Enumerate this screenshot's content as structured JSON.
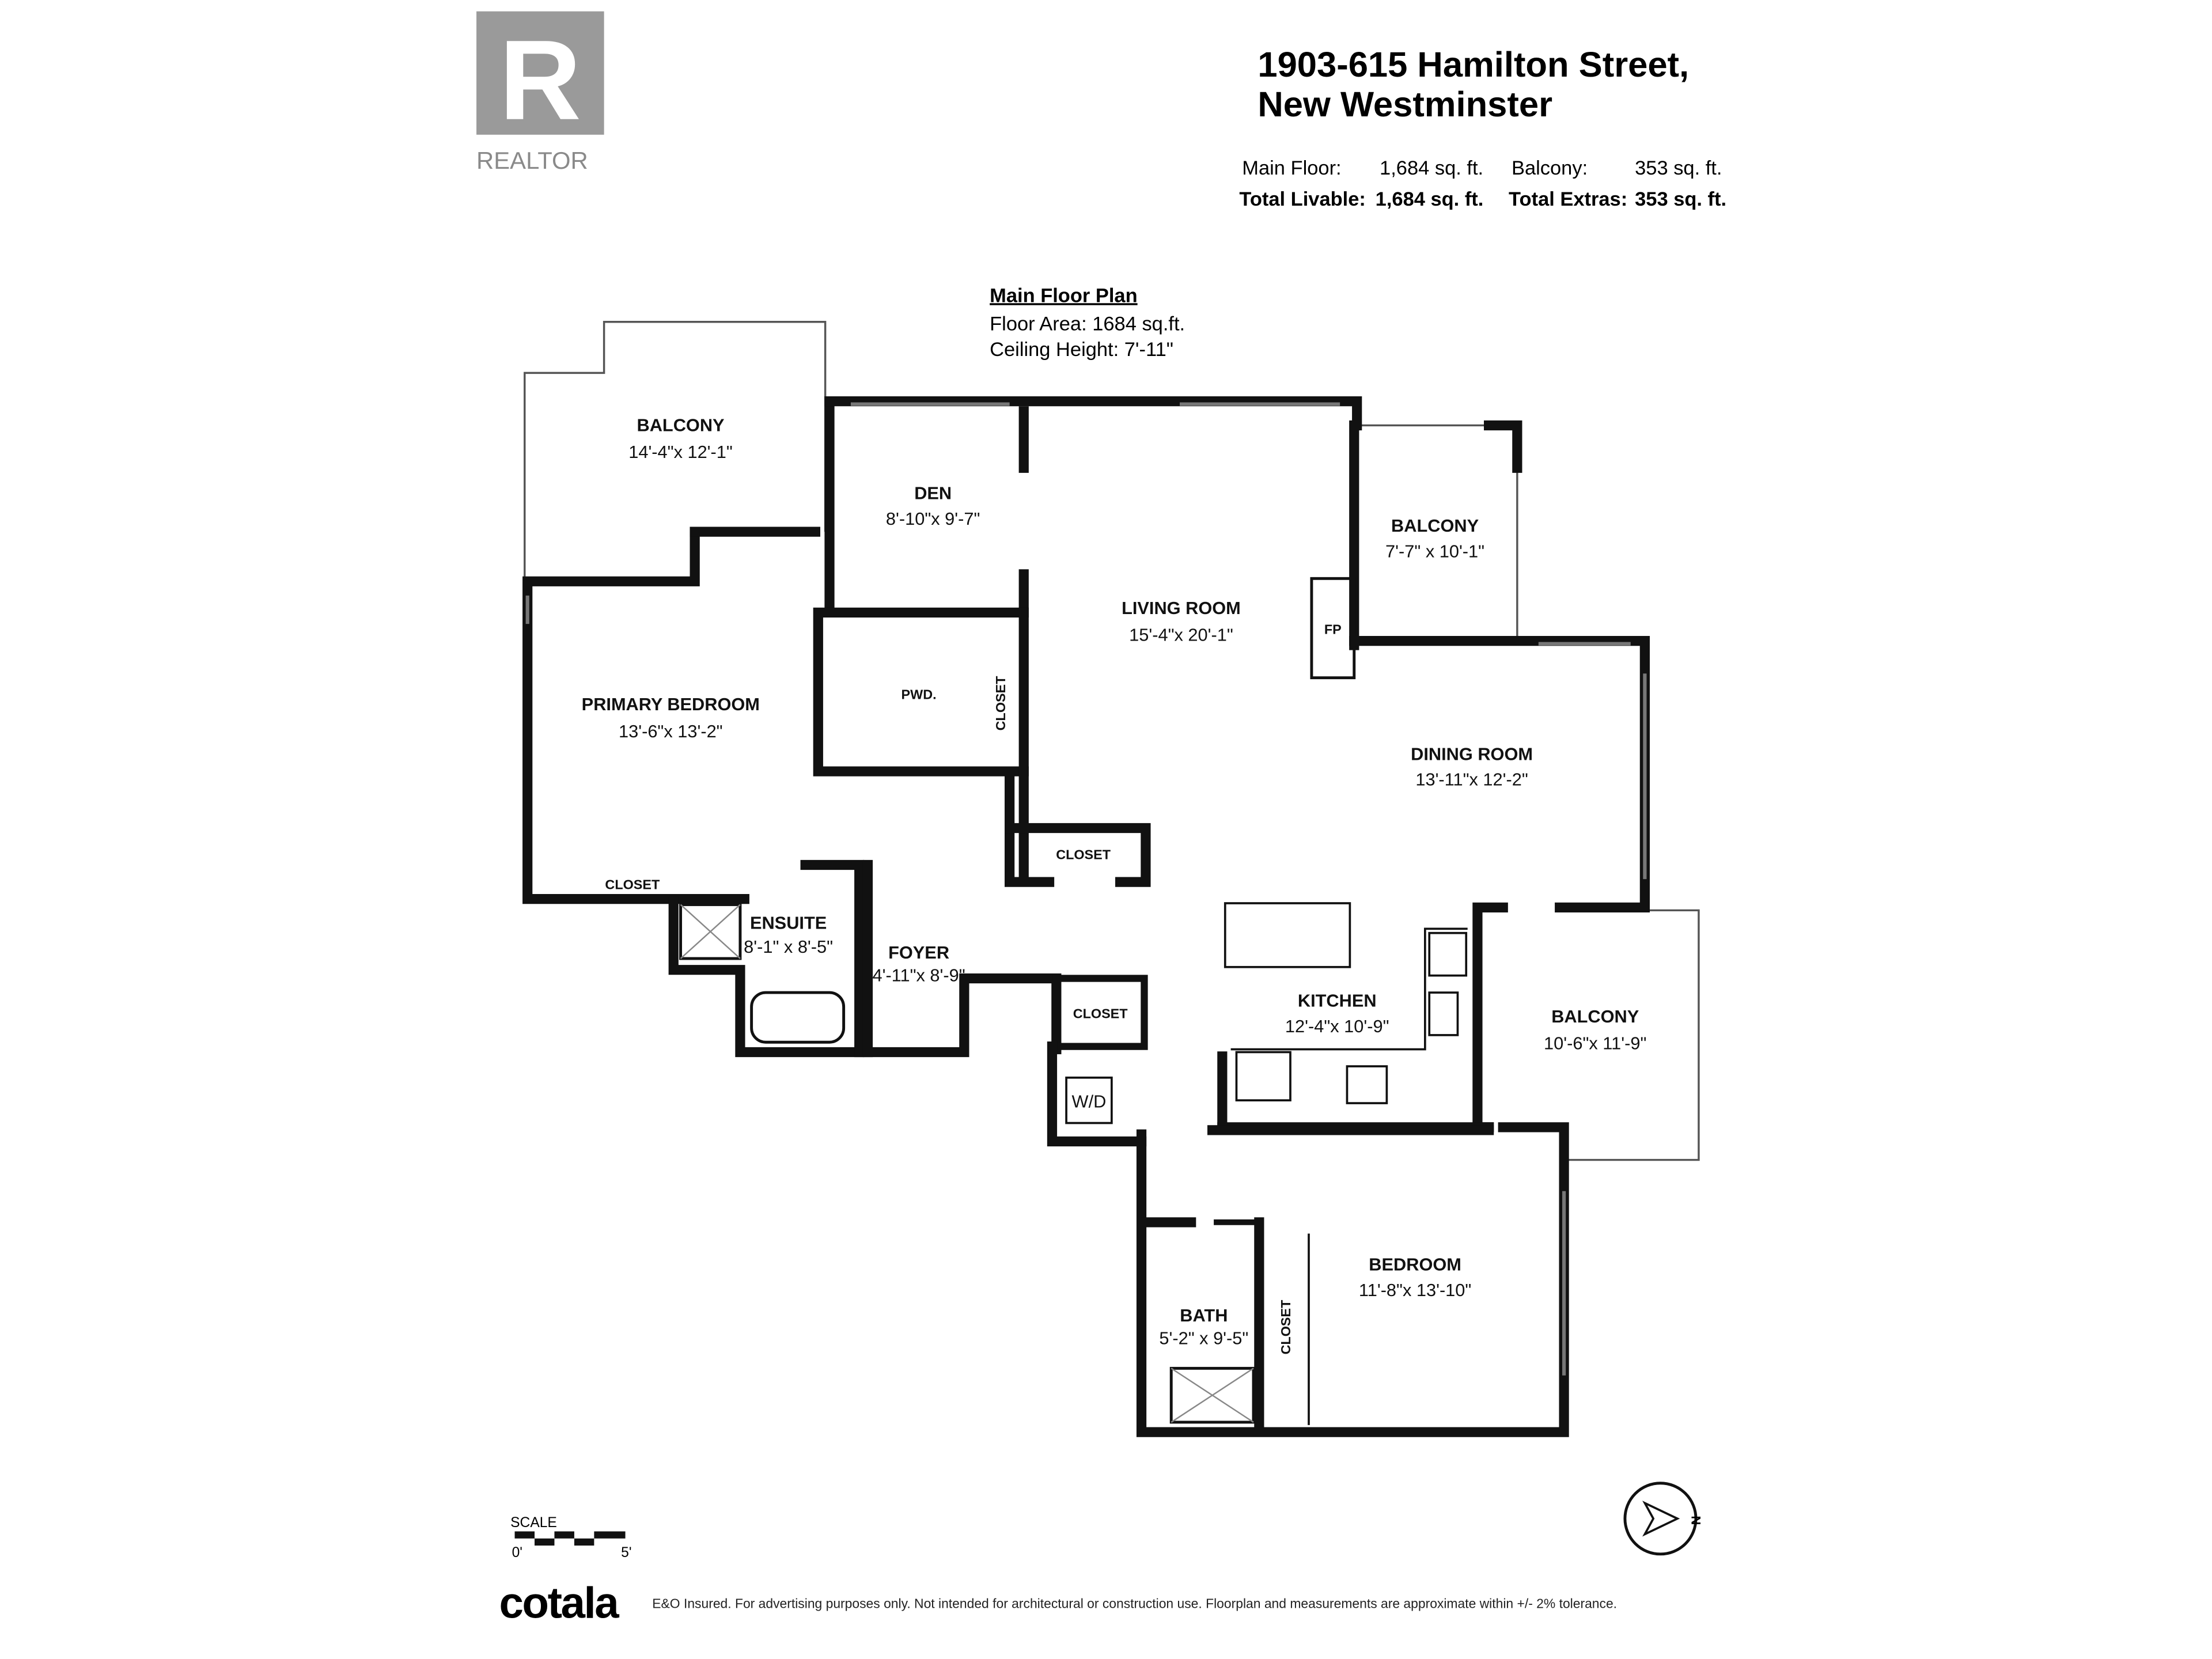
{
  "logo": {
    "name": "REALTOR",
    "mark": "R"
  },
  "header": {
    "address_line1": "1903-615 Hamilton Street,",
    "address_line2": "New Westminster",
    "main_floor_label": "Main Floor:",
    "main_floor_value": "1,684 sq. ft.",
    "balcony_label": "Balcony:",
    "balcony_value": "353 sq. ft.",
    "total_livable_label": "Total Livable:",
    "total_livable_value": "1,684 sq. ft.",
    "total_extras_label": "Total Extras:",
    "total_extras_value": "353 sq. ft."
  },
  "plan": {
    "title": "Main Floor Plan",
    "floor_area": "Floor Area: 1684 sq.ft.",
    "ceiling_height": "Ceiling Height: 7'-11\"",
    "rooms": [
      {
        "name": "BALCONY",
        "dim": "14'-4\"x 12'-1\""
      },
      {
        "name": "DEN",
        "dim": "8'-10\"x 9'-7\""
      },
      {
        "name": "BALCONY",
        "dim": "7'-7\" x 10'-1\""
      },
      {
        "name": "LIVING ROOM",
        "dim": "15'-4\"x 20'-1\""
      },
      {
        "name": "PRIMARY BEDROOM",
        "dim": "13'-6\"x 13'-2\""
      },
      {
        "name": "DINING ROOM",
        "dim": "13'-11\"x 12'-2\""
      },
      {
        "name": "ENSUITE",
        "dim": "8'-1\" x 8'-5\""
      },
      {
        "name": "FOYER",
        "dim": "4'-11\"x 8'-9\""
      },
      {
        "name": "KITCHEN",
        "dim": "12'-4\"x 10'-9\""
      },
      {
        "name": "BALCONY",
        "dim": "10'-6\"x 11'-9\""
      },
      {
        "name": "BEDROOM",
        "dim": "11'-8\"x 13'-10\""
      },
      {
        "name": "BATH",
        "dim": "5'-2\" x 9'-5\""
      }
    ],
    "small_labels": {
      "pwd": "PWD.",
      "closet": "CLOSET",
      "fp": "FP",
      "wd": "W/D"
    }
  },
  "scale": {
    "label": "SCALE",
    "start": "0'",
    "end": "5'"
  },
  "compass": {
    "north": "N"
  },
  "footer": {
    "brand": "cotala",
    "disclaimer": "E&O Insured. For advertising purposes only. Not intended for architectural or construction use. Floorplan and measurements are approximate within +/- 2% tolerance."
  }
}
